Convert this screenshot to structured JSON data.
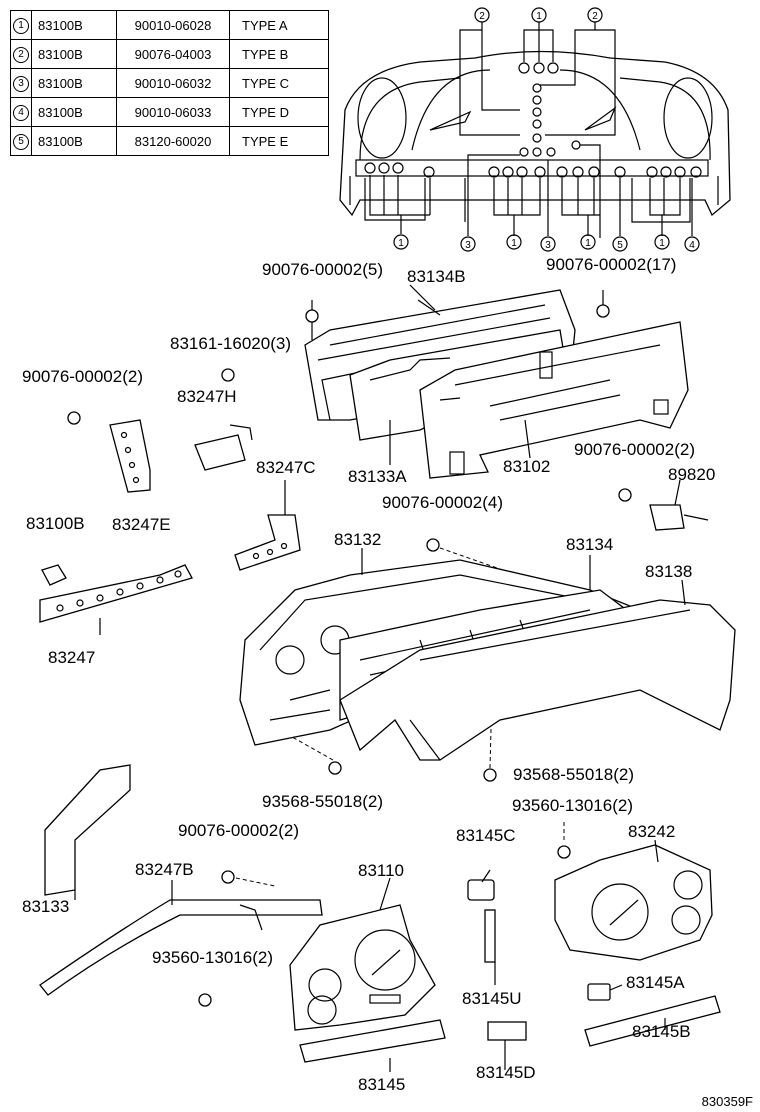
{
  "reference_table": [
    {
      "num": "1",
      "part": "83100B",
      "bulb": "90010-06028",
      "type": "TYPE A"
    },
    {
      "num": "2",
      "part": "83100B",
      "bulb": "90076-04003",
      "type": "TYPE B"
    },
    {
      "num": "3",
      "part": "83100B",
      "bulb": "90010-06032",
      "type": "TYPE C"
    },
    {
      "num": "4",
      "part": "83100B",
      "bulb": "90010-06033",
      "type": "TYPE D"
    },
    {
      "num": "5",
      "part": "83100B",
      "bulb": "83120-60020",
      "type": "TYPE  E"
    }
  ],
  "callouts": {
    "top_2a": "2",
    "top_1": "1",
    "top_2b": "2",
    "bot_3a": "3",
    "bot_1a": "1",
    "bot_1b": "1",
    "bot_3b": "3",
    "bot_1c": "1",
    "bot_5": "5",
    "bot_1d": "1",
    "bot_4": "4"
  },
  "labels": {
    "p90076_00002_5": "90076-00002(5)",
    "p83134B": "83134B",
    "p90076_00002_17": "90076-00002(17)",
    "p83161_16020_3": "83161-16020(3)",
    "p90076_00002_2a": "90076-00002(2)",
    "p83247H": "83247H",
    "p83133A": "83133A",
    "p83102": "83102",
    "p90076_00002_2b": "90076-00002(2)",
    "p89820": "89820",
    "p83247C": "83247C",
    "p83100B": "83100B",
    "p83247E": "83247E",
    "p90076_00002_4": "90076-00002(4)",
    "p83132": "83132",
    "p83134": "83134",
    "p83138": "83138",
    "p83247": "83247",
    "p93568_55018_2a": "93568-55018(2)",
    "p93568_55018_2b": "93568-55018(2)",
    "p93560_13016_2a": "93560-13016(2)",
    "p90076_00002_2c": "90076-00002(2)",
    "p83145C": "83145C",
    "p83242": "83242",
    "p83247B": "83247B",
    "p83110": "83110",
    "p83133": "83133",
    "p93560_13016_2b": "93560-13016(2)",
    "p83145U": "83145U",
    "p83145A": "83145A",
    "p83145": "83145",
    "p83145D": "83145D",
    "p83145B": "83145B"
  },
  "diagram_code": "830359F"
}
